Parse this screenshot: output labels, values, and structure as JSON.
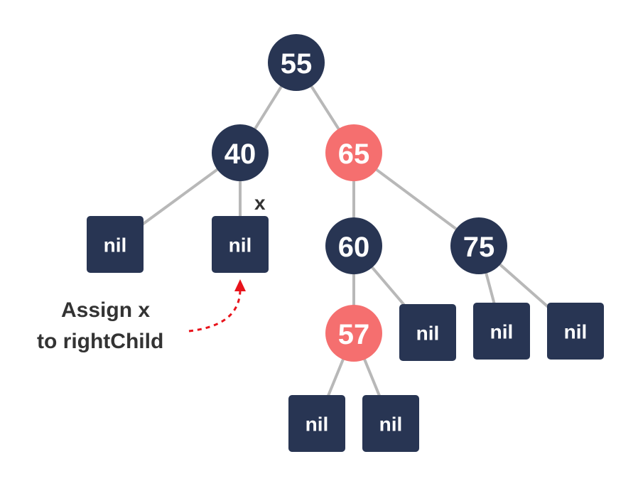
{
  "nodes": {
    "n55": {
      "label": "55",
      "color": "#283553"
    },
    "n40": {
      "label": "40",
      "color": "#283553"
    },
    "n65": {
      "label": "65",
      "color": "#f56f6f"
    },
    "n60": {
      "label": "60",
      "color": "#283553"
    },
    "n75": {
      "label": "75",
      "color": "#283553"
    },
    "n57": {
      "label": "57",
      "color": "#f56f6f"
    }
  },
  "nil_label": "nil",
  "x_label": "x",
  "annotation": {
    "line1": "Assign x",
    "line2": "to rightChild"
  },
  "colors": {
    "black_node": "#283553",
    "red_node": "#f56f6f",
    "edge": "#b8b8b8",
    "arrow": "#e8131b"
  }
}
